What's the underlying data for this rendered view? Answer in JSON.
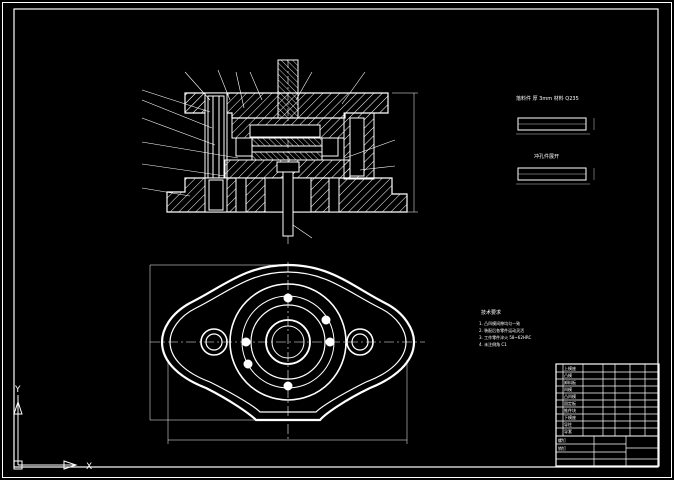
{
  "colors": {
    "background": "#000000",
    "linework": "#ffffff"
  },
  "ucs_icon": {
    "y_label": "Y",
    "x_label": "X"
  },
  "blank_labels": {
    "upper": "落料件 厚 3mm 材料 Q235",
    "lower": "冲孔件展开"
  },
  "notes": {
    "heading": "技术要求",
    "lines": [
      "1. 凸凹模间隙均匀一致",
      "2. 装配后各零件运动灵活",
      "3. 工作零件淬火 58~62HRC",
      "4. 未注倒角 C1"
    ]
  },
  "title_block": {
    "rows": [
      "上模座",
      "凸模",
      "卸料板",
      "凹模",
      "凸凹模",
      "固定板",
      "推件块",
      "下模座",
      "导柱",
      "导套",
      "螺钉",
      "销钉"
    ]
  }
}
